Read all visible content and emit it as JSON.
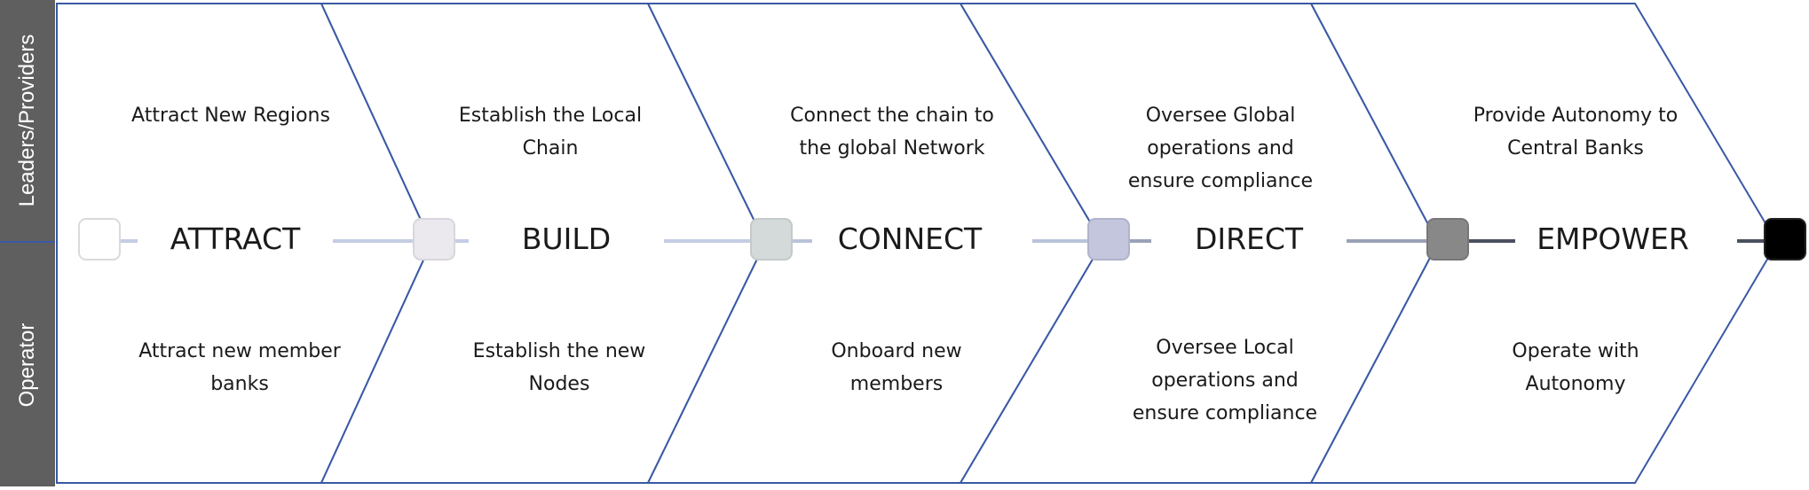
{
  "lanes": {
    "top": "Leaders/Providers",
    "bottom": "Operator"
  },
  "stages": [
    {
      "label": "ATTRACT",
      "top_text": "Attract New Regions",
      "bottom_text": "Attract new member\nbanks",
      "node_color": "#ffffff",
      "line_color": "#c4cde3"
    },
    {
      "label": "BUILD",
      "top_text": "Establish the Local\nChain",
      "bottom_text": "Establish the new\nNodes",
      "node_color": "#ebe9ee",
      "line_color": "#c4cde3"
    },
    {
      "label": "CONNECT",
      "top_text": "Connect the chain to\nthe global Network",
      "bottom_text": "Onboard new\nmembers",
      "node_color": "#d4d9d9",
      "line_color": "#b9c3da"
    },
    {
      "label": "DIRECT",
      "top_text": "Oversee Global\noperations and\nensure compliance",
      "bottom_text": "Oversee Local\noperations and\nensure compliance",
      "node_color": "#c3c6dc",
      "line_color": "#9aa2b6"
    },
    {
      "label": "EMPOWER",
      "top_text": "Provide Autonomy to\nCentral Banks",
      "bottom_text": "Operate with\nAutonomy",
      "node_color": "#888888",
      "line_color": "#4b5060"
    }
  ],
  "end_node_color": "#000000",
  "outline_color": "#3a59a5"
}
